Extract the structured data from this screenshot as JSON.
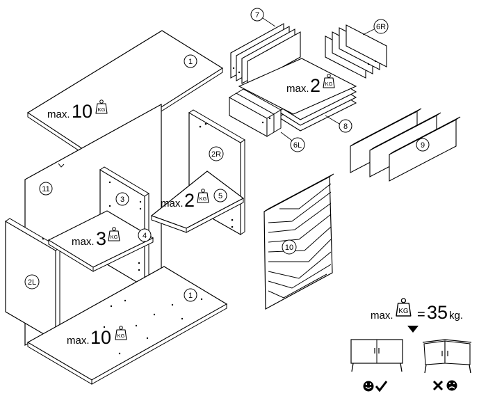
{
  "parts": {
    "p1_top": "1",
    "p1_bottom": "1",
    "p2L": "2L",
    "p2R": "2R",
    "p3": "3",
    "p4": "4",
    "p5": "5",
    "p6L": "6L",
    "p6R": "6R",
    "p7": "7",
    "p8": "8",
    "p9": "9",
    "p10": "10",
    "p11": "11"
  },
  "loads": {
    "prefix": "max.",
    "kg_icon": "KG",
    "top": "10",
    "bottom": "10",
    "shelf": "3",
    "middle": "2",
    "drawer": "2",
    "total": "35",
    "total_unit": "kg.",
    "equals": "="
  },
  "icons": {
    "weight": "weight-icon",
    "ok": "happy-face-check-icon",
    "bad": "sad-face-cross-icon",
    "arrow": "down-triangle-icon"
  }
}
